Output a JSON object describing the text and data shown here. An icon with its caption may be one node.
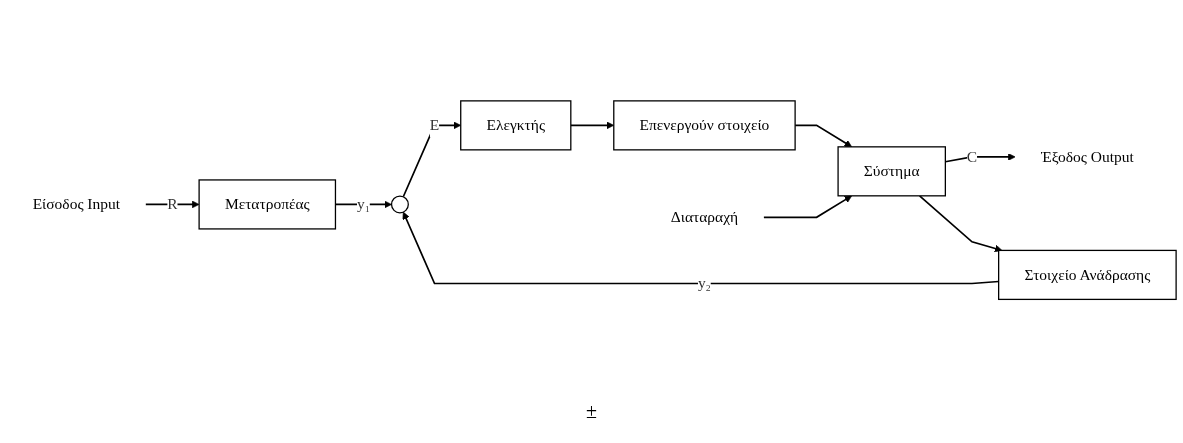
{
  "diagram": {
    "nodes": [
      {
        "text": [
          "Είσοδος Input"
        ]
      },
      {
        "text": [
          "Μετατροπέας"
        ]
      },
      {
        "text": [],
        "shape": "circle"
      },
      {
        "text": [
          "Ελεγκτής"
        ]
      },
      {
        "text": [
          "Επενεργούν στοιχείο"
        ]
      },
      {
        "text": [
          "Σύστημα"
        ]
      },
      {
        "text": [
          "Διαταραχή"
        ]
      },
      {
        "text": [
          "Έξοδος Output"
        ]
      },
      {
        "text": [
          "Στοιχείο Ανάδρασης"
        ]
      }
    ],
    "edges": [
      {
        "from": 0,
        "to": 1,
        "arrow": "to",
        "label": "R"
      },
      {
        "from": 1,
        "to": 2,
        "arrow": "to",
        "label": "y₁"
      },
      {
        "from": 2,
        "to": 3,
        "arrow": "to",
        "label": "E"
      },
      {
        "from": 3,
        "to": 4,
        "arrow": "to"
      },
      {
        "from": 4,
        "to": 5,
        "arrow": "to"
      },
      {
        "from": 6,
        "to": 5,
        "arrow": "to"
      },
      {
        "from": 5,
        "to": 7,
        "arrow": "to",
        "label": "C"
      },
      {
        "from": 5,
        "to": 8,
        "arrow": "to"
      },
      {
        "from": 8,
        "to": 2,
        "arrow": "to",
        "label": "y₂"
      }
    ],
    "labels": [
      "±"
    ]
  }
}
